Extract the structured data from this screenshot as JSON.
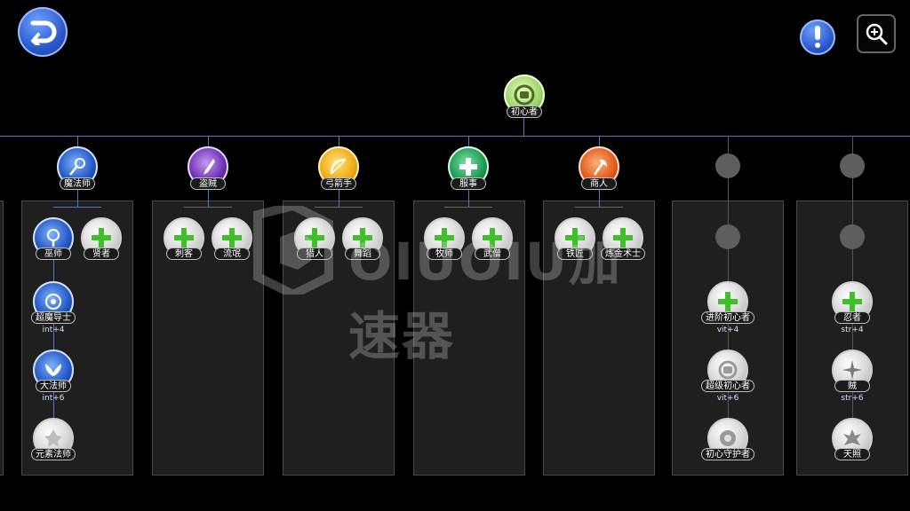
{
  "root": {
    "label": "初心者"
  },
  "branches": [
    {
      "id": "mage",
      "label": "魔法师",
      "color": "blue",
      "children": [
        {
          "label": "巫师",
          "style": "blue",
          "icon": "staff-icon"
        },
        {
          "label": "贤者",
          "style": "white",
          "icon": "plus-icon"
        }
      ],
      "chain": [
        {
          "label": "超魔导士",
          "stat": "int+4",
          "style": "blue"
        },
        {
          "label": "大法师",
          "stat": "int+6",
          "style": "blue"
        },
        {
          "label": "元素法师",
          "stat": "",
          "style": "white"
        }
      ]
    },
    {
      "id": "thief",
      "label": "盗贼",
      "color": "purple",
      "children": [
        {
          "label": "刺客",
          "style": "white",
          "icon": "plus-icon"
        },
        {
          "label": "流氓",
          "style": "white",
          "icon": "plus-icon"
        }
      ]
    },
    {
      "id": "archer",
      "label": "弓箭手",
      "color": "yellow",
      "children": [
        {
          "label": "猎人",
          "style": "white",
          "icon": "plus-icon"
        },
        {
          "label": "舞蹈",
          "style": "white",
          "icon": "plus-icon"
        }
      ]
    },
    {
      "id": "acolyte",
      "label": "服事",
      "color": "green",
      "children": [
        {
          "label": "牧师",
          "style": "white",
          "icon": "plus-icon"
        },
        {
          "label": "武僧",
          "style": "white",
          "icon": "plus-icon"
        }
      ]
    },
    {
      "id": "merchant",
      "label": "商人",
      "color": "orange",
      "children": [
        {
          "label": "铁匠",
          "style": "white",
          "icon": "plus-icon"
        },
        {
          "label": "炼金术士",
          "style": "white",
          "icon": "plus-icon"
        }
      ]
    }
  ],
  "extra_column_1": [
    {
      "label": "进阶初心者",
      "stat": "vit+4",
      "icon": "plus-icon"
    },
    {
      "label": "超级初心者",
      "stat": "vit+6",
      "icon": "emblem-icon"
    },
    {
      "label": "初心守护者",
      "stat": "",
      "icon": "emblem-icon"
    }
  ],
  "extra_column_2": [
    {
      "label": "忍者",
      "stat": "str+4",
      "icon": "plus-icon"
    },
    {
      "label": "贼",
      "stat": "str+6",
      "icon": "shuriken-icon"
    },
    {
      "label": "天照",
      "stat": "",
      "icon": "emblem-icon"
    }
  ],
  "watermark": {
    "text": "OIUOIU加速器"
  },
  "colors": {
    "line": "#4b78c9",
    "accent_blue": "#2a56c9",
    "plus_green": "#3fbf2a"
  }
}
